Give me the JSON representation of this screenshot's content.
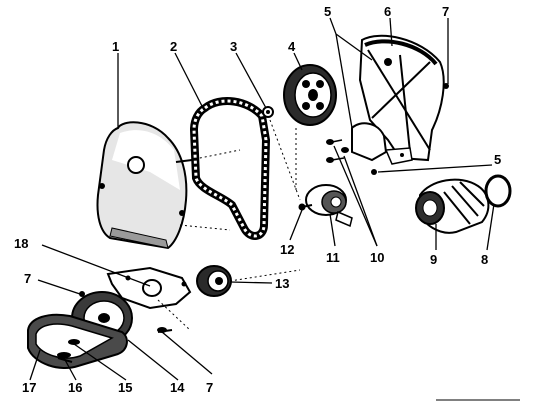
{
  "callouts": [
    {
      "id": "1",
      "label": "1"
    },
    {
      "id": "2",
      "label": "2"
    },
    {
      "id": "3",
      "label": "3"
    },
    {
      "id": "4",
      "label": "4"
    },
    {
      "id": "5a",
      "label": "5"
    },
    {
      "id": "6",
      "label": "6"
    },
    {
      "id": "7a",
      "label": "7"
    },
    {
      "id": "5b",
      "label": "5"
    },
    {
      "id": "8",
      "label": "8"
    },
    {
      "id": "9",
      "label": "9"
    },
    {
      "id": "10",
      "label": "10"
    },
    {
      "id": "11",
      "label": "11"
    },
    {
      "id": "12",
      "label": "12"
    },
    {
      "id": "13",
      "label": "13"
    },
    {
      "id": "18a",
      "label": "18"
    },
    {
      "id": "7b",
      "label": "7"
    },
    {
      "id": "7c",
      "label": "7"
    },
    {
      "id": "14",
      "label": "14"
    },
    {
      "id": "15",
      "label": "15"
    },
    {
      "id": "16",
      "label": "16"
    },
    {
      "id": "17",
      "label": "17"
    }
  ],
  "colors": {
    "ink": "#000000",
    "part": "#ffffff",
    "shade": "#bdbdbd",
    "mid": "#7a7a7a"
  }
}
